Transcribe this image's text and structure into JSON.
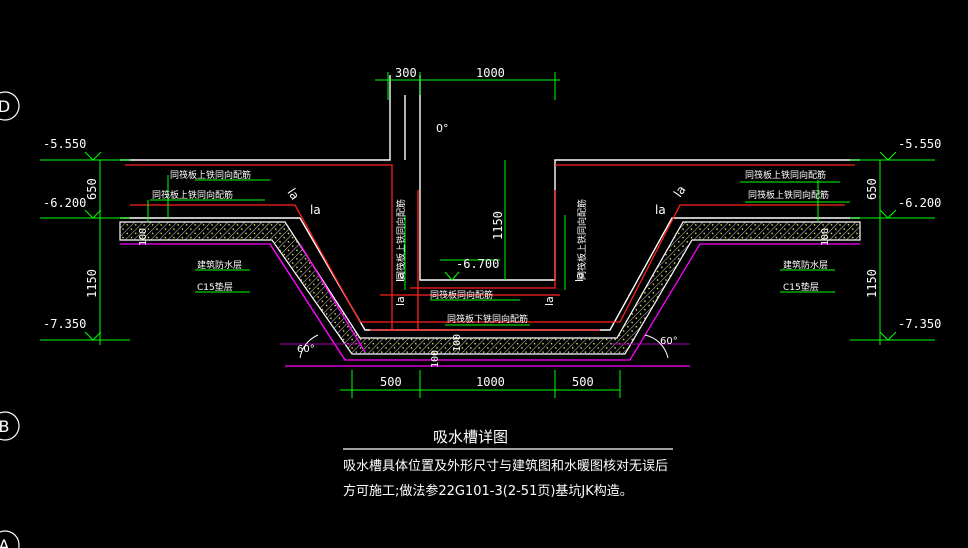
{
  "grid_bubbles": [
    "D",
    "B",
    "A"
  ],
  "elevations": {
    "top": "-5.550",
    "mid": "-6.200",
    "bottom_left": "-7.350",
    "bottom_right": "-7.350",
    "inner": "-6.700"
  },
  "dimensions": {
    "top_left": "300",
    "top_center": "1000",
    "left_650": "650",
    "left_1150": "1150",
    "right_650": "650",
    "right_1150": "1150",
    "center_1150": "1150",
    "bottom_left": "500",
    "bottom_center": "1000",
    "bottom_right": "500",
    "thk_100_left": "100",
    "thk_100_right": "100",
    "thk_100_bottom_a": "100",
    "thk_100_bottom_b": "100"
  },
  "labels": {
    "rebar_top": "同筏板上铁同向配筋",
    "rebar_top_right": "同筏板上铁同向配筋",
    "rebar_mid_left": "同筏板上铁同向配筋",
    "rebar_mid_right": "同筏板上铁同向配筋",
    "rebar_vert_left": "同筏板上铁同向配筋",
    "rebar_vert_right": "同筏板上铁同向配筋",
    "rebar_bottom_top": "同筏板同向配筋",
    "rebar_bottom_low": "同筏板下铁同向配筋",
    "waterproof_left": "建筑防水层",
    "cushion_left": "C15垫层",
    "waterproof_right": "建筑防水层",
    "cushion_right": "C15垫层",
    "la": "la",
    "angle_60": "60°",
    "angle_0": "0°"
  },
  "title": "吸水槽详图",
  "note_line1": "吸水槽具体位置及外形尺寸与建筑图和水暖图核对无误后",
  "note_line2": "方可施工;做法参22G101-3(2-51页)基坑JK构造。",
  "colors": {
    "background": "#000000",
    "dim": "#00ff00",
    "concrete": "#ffffff",
    "rebar": "#ff2020",
    "cushion": "#ff00ff",
    "axis": "#ffffff",
    "text": "#ffffff",
    "hatch": "#ffffff"
  }
}
